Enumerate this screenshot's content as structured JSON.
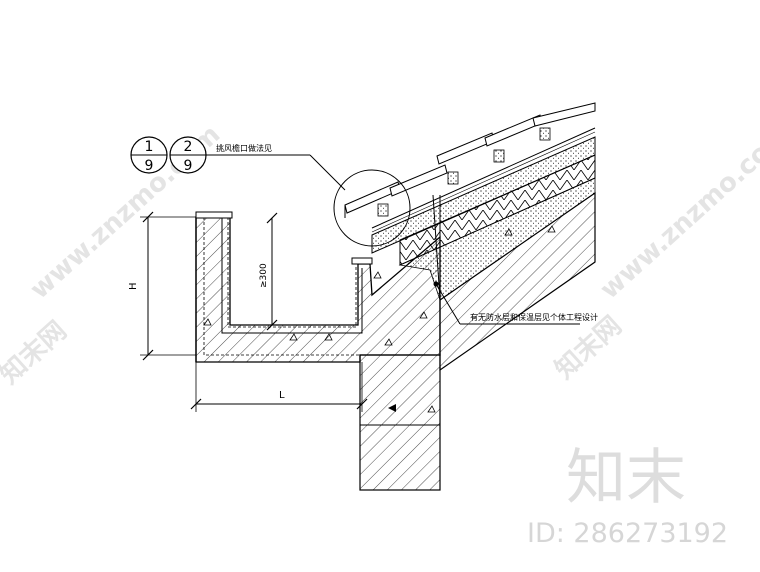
{
  "detail_refs": [
    {
      "num": "1",
      "sheet": "9"
    },
    {
      "num": "2",
      "sheet": "9"
    }
  ],
  "callouts": {
    "eave_note": "挑风檐口做法见",
    "waterproof_note": "有无防水层和保温层见个体工程设计"
  },
  "dimensions": {
    "height_label": "H",
    "width_label": "L",
    "depth_label": "≥300"
  },
  "watermarks": {
    "site": "www.znzmo.com",
    "brand_cn": "知末网",
    "brand_large": "知末",
    "id_text": "ID: 286273192"
  },
  "colors": {
    "ink": "#000000",
    "watermark": "#e0e0e0"
  }
}
